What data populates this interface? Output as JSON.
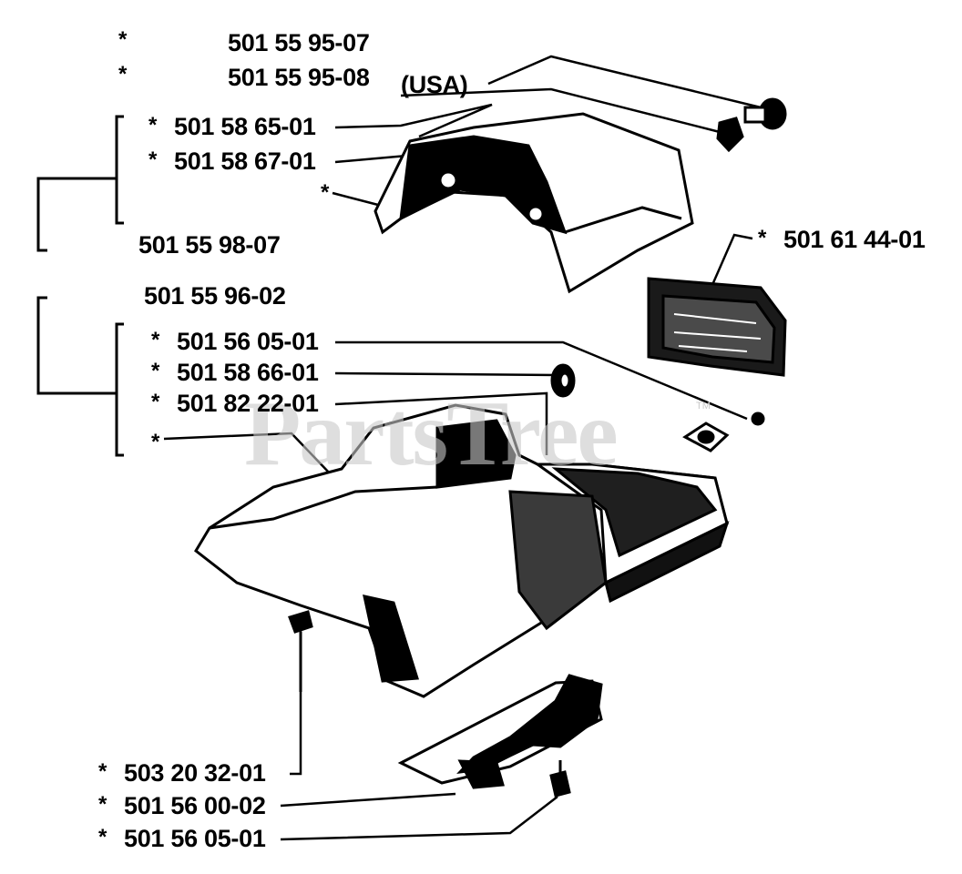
{
  "watermark": {
    "text": "PartsTree",
    "tm": "TM"
  },
  "star": "*",
  "labels": {
    "p1": "501 55 95-07",
    "p2": "501 55 95-08",
    "usa": "(USA)",
    "p3": "501 58 65-01",
    "p4": "501 58 67-01",
    "p5": "501 55 98-07",
    "p6": "501 61 44-01",
    "p7": "501 55 96-02",
    "p8": "501 56 05-01",
    "p9": "501 58 66-01",
    "p10": "501 82 22-01",
    "p11": "503 20 32-01",
    "p12": "501 56 00-02",
    "p13": "501 56 05-01"
  },
  "colors": {
    "ink": "#000000",
    "paper": "#ffffff",
    "watermark": "#c9c9c9"
  }
}
